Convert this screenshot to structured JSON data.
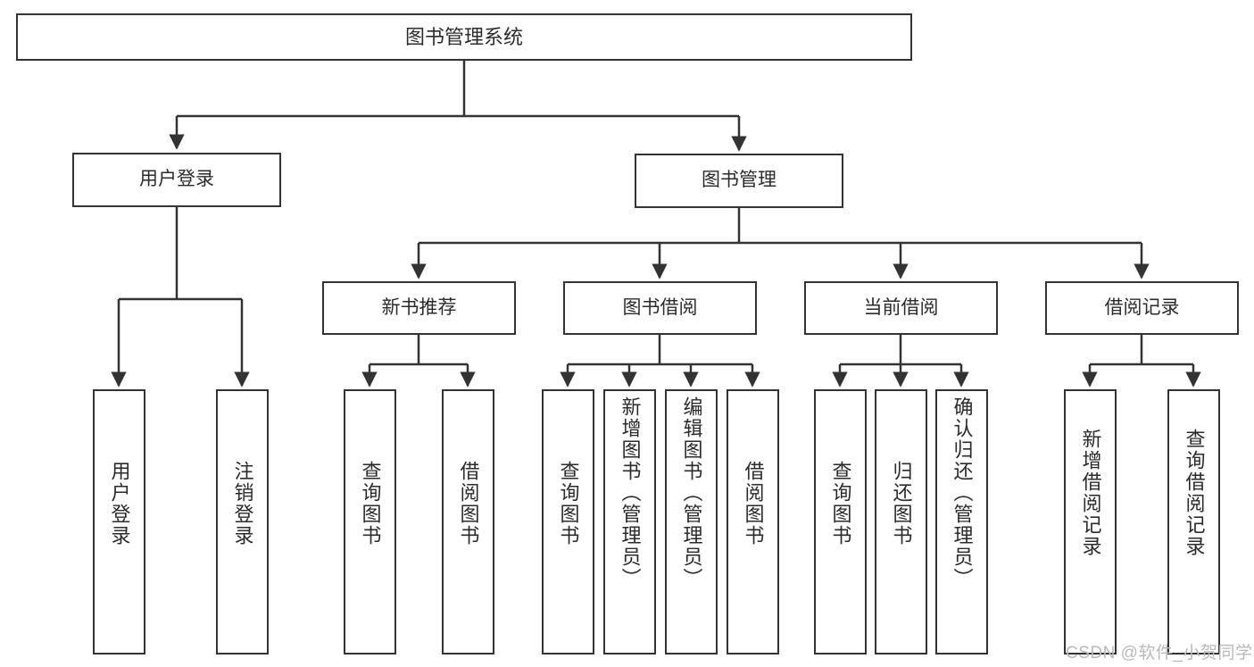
{
  "diagram": {
    "title": "图书管理系统",
    "type": "功能结构图",
    "style": {
      "box_border_color": "#333333",
      "box_fill_color": "#ffffff",
      "line_color": "#333333",
      "text_color": "#2b2b2b",
      "background": "#ffffff",
      "watermark_color": "#b9b9b9"
    },
    "watermark": "CSDN @软件_小贺同学",
    "nodes": {
      "root": {
        "label": "图书管理系统"
      },
      "level2": [
        {
          "id": "user-login",
          "label": "用户登录"
        },
        {
          "id": "book-manage",
          "label": "图书管理"
        }
      ],
      "level3": [
        {
          "id": "new-book-recommend",
          "label": "新书推荐"
        },
        {
          "id": "book-borrow",
          "label": "图书借阅"
        },
        {
          "id": "current-borrow",
          "label": "当前借阅"
        },
        {
          "id": "borrow-record",
          "label": "借阅记录"
        }
      ],
      "leaves": {
        "user-login": [
          {
            "id": "leaf-user-login",
            "label": "用户登录"
          },
          {
            "id": "leaf-logout-login",
            "label": "注销登录"
          }
        ],
        "new-book-recommend": [
          {
            "id": "leaf-query-book-1",
            "label": "查询图书"
          },
          {
            "id": "leaf-borrow-book-1",
            "label": "借阅图书"
          }
        ],
        "book-borrow": [
          {
            "id": "leaf-query-book-2",
            "label": "查询图书"
          },
          {
            "id": "leaf-add-book",
            "label": "新增图书（管理员）"
          },
          {
            "id": "leaf-edit-book",
            "label": "编辑图书（管理员）"
          },
          {
            "id": "leaf-borrow-book-2",
            "label": "借阅图书"
          }
        ],
        "current-borrow": [
          {
            "id": "leaf-query-book-3",
            "label": "查询图书"
          },
          {
            "id": "leaf-return-book",
            "label": "归还图书"
          },
          {
            "id": "leaf-confirm-return",
            "label": "确认归还（管理员）"
          }
        ],
        "borrow-record": [
          {
            "id": "leaf-add-borrow-record",
            "label": "新增借阅记录"
          },
          {
            "id": "leaf-query-borrow-record",
            "label": "查询借阅记录"
          }
        ]
      }
    }
  }
}
